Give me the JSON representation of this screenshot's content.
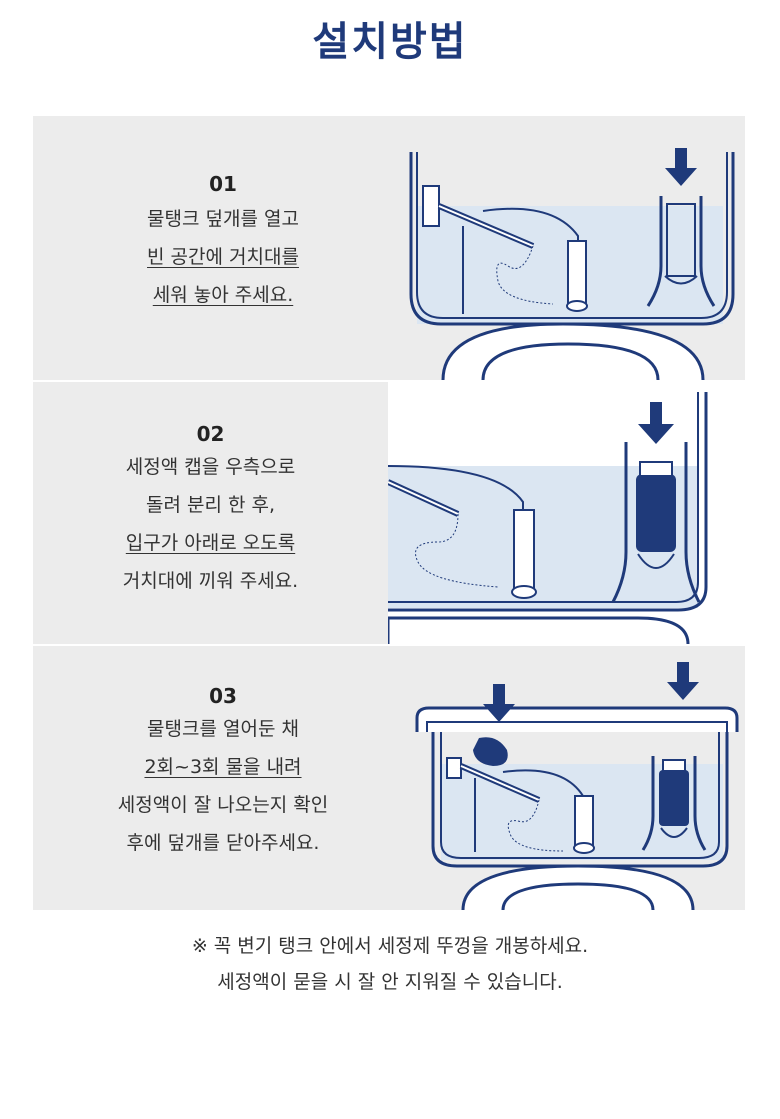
{
  "title": "설치방법",
  "steps": [
    {
      "number": "01",
      "lines": [
        "물탱크 덮개를 열고",
        "빈 공간에 거치대를",
        "세워 놓아 주세요."
      ]
    },
    {
      "number": "02",
      "lines": [
        "세정액 캡을 우측으로",
        "돌려 분리 한 후,",
        "입구가 아래로 오도록",
        "거치대에 끼워 주세요."
      ]
    },
    {
      "number": "03",
      "lines": [
        "물탱크를 열어둔 채",
        "2회~3회 물을 내려",
        "세정액이 잘 나오는지 확인",
        "후에 덮개를 닫아주세요."
      ]
    }
  ],
  "notes": [
    "※ 꼭 변기 탱크 안에서 세정제 뚜껑을 개봉하세요.",
    "세정액이 묻을 시 잘 안 지워질 수 있습니다."
  ],
  "colors": {
    "title": "#1f3a7a",
    "outline": "#1f3a7a",
    "water": "#dbe6f2",
    "arrow": "#1f3a7a",
    "panel_bg": "#ececec"
  },
  "icons": [
    "down-arrow-icon"
  ]
}
